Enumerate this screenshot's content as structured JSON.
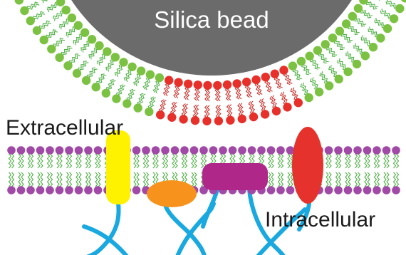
{
  "labels": {
    "bead": "Silica bead",
    "extracellular": "Extracellular",
    "intracellular": "Intracellular"
  },
  "colors": {
    "bead": "#6b6b6b",
    "bead_text": "#ffffff",
    "head_red": "#e8302a",
    "head_green": "#7cc242",
    "tail_red": "#c9322c",
    "tail_green": "#4fb045",
    "head_purple": "#a049a6",
    "protein_yellow": "#fff200",
    "protein_orange": "#f7931d",
    "protein_magenta": "#b0278a",
    "protein_red": "#e5322c",
    "cytoskeleton": "#19a9e0",
    "label_text": "#1a1a1a"
  }
}
